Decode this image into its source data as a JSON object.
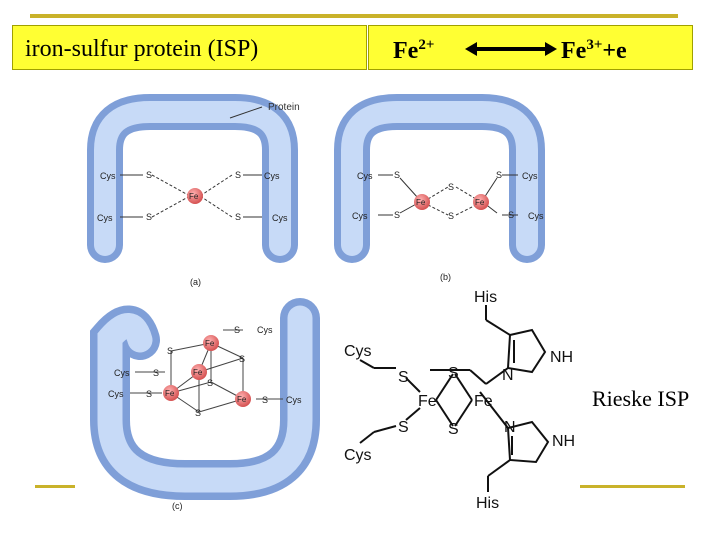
{
  "title": "iron-sulfur protein (ISP)",
  "equation": {
    "left": "Fe2+",
    "right": "Fe3+ +e"
  },
  "panel_a": {
    "protein_label": "Protein",
    "caption": "(a)",
    "cys": "Cys",
    "s": "S",
    "fe": "Fe"
  },
  "panel_b": {
    "caption": "(b)",
    "cys": "Cys",
    "s": "S",
    "fe": "Fe"
  },
  "panel_c": {
    "caption": "(c)",
    "cys": "Cys",
    "s": "S",
    "fe": "Fe"
  },
  "structure": {
    "cys": "Cys",
    "his": "His",
    "s": "S",
    "fe": "Fe",
    "n": "N",
    "nh": "NH"
  },
  "rieske_label": "Rieske ISP",
  "colors": {
    "header_bg": "#ffff33",
    "rule": "#c9b22a",
    "tube": "#a9c4ee",
    "fe_ball": "#e06a6a"
  }
}
